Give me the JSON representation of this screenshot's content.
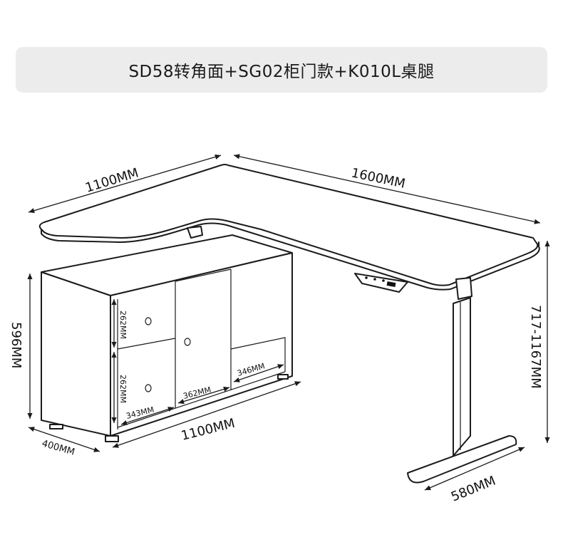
{
  "title": "SD58转角面+SG02柜门款+K010L桌腿",
  "dimensions": {
    "top_short_width": "1100MM",
    "top_long_width": "1600MM",
    "height_range": "717-1167MM",
    "cabinet_height": "596MM",
    "cabinet_depth": "400MM",
    "cabinet_width": "1100MM",
    "foot_width": "580MM",
    "drawer_upper_height": "262MM",
    "drawer_lower_height": "262MM",
    "drawer_width": "343MM",
    "door_width": "362MM",
    "open_width": "346MM"
  }
}
